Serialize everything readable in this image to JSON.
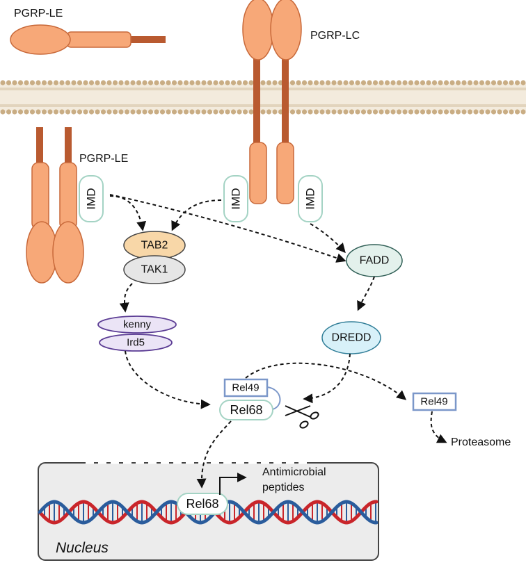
{
  "labels": {
    "pgrp_le_top": "PGRP-LE",
    "pgrp_lc": "PGRP-LC",
    "pgrp_le_bottom": "PGRP-LE",
    "imd": "IMD",
    "tab2": "TAB2",
    "tak1": "TAK1",
    "kenny": "kenny",
    "ird5": "Ird5",
    "fadd": "FADD",
    "dredd": "DREDD",
    "rel49": "Rel49",
    "rel68": "Rel68",
    "rel49_cleaved": "Rel49",
    "proteasome": "Proteasome",
    "rel68_nuclear": "Rel68",
    "antimicrobial_line1": "Antimicrobial",
    "antimicrobial_line2": "peptides",
    "nucleus": "Nucleus"
  },
  "colors": {
    "receptor_fill": "#f7a878",
    "receptor_stroke": "#c8693a",
    "stalk": "#b95a30",
    "membrane_head": "#c9ad84",
    "tab2_fill": "#f8d7a8",
    "tak1_fill": "#e6e6e6",
    "kenny_fill": "#ebe4f6",
    "kenny_stroke": "#5b3c94",
    "fadd_fill": "#e3f1ec",
    "fadd_stroke": "#2f5e55",
    "dredd_fill": "#d8f1f9",
    "dredd_stroke": "#2f7d97",
    "rel49_stroke": "#7b97c9",
    "imd_stroke": "#a4d3c4",
    "nucleus_fill": "#ececec",
    "dna_red": "#c9252a",
    "dna_blue": "#2a5c9c"
  }
}
